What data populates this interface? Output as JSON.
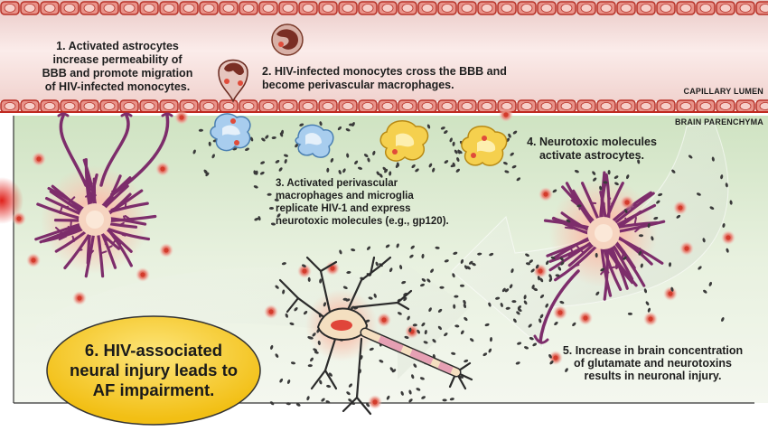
{
  "labels": {
    "region_lumen": "CAPILLARY LUMEN",
    "region_parenchyma": "BRAIN PARENCHYMA"
  },
  "steps": [
    {
      "text": "1. Activated astrocytes\nincrease permeability of\nBBB and promote migration\nof HIV-infected monocytes."
    },
    {
      "text": "2. HIV-infected monocytes cross the BBB and\nbecome perivascular macrophages."
    },
    {
      "text": "3. Activated perivascular\nmacrophages and microglia\nreplicate HIV-1 and express\nneurotoxic molecules (e.g., gp120)."
    },
    {
      "text": "4. Neurotoxic molecules\nactivate  astrocytes."
    },
    {
      "text": "5. Increase in brain concentration\nof glutamate and neurotoxins\nresults in neuronal injury."
    },
    {
      "text": "6. HIV-associated\nneural injury leads to\nAF impairment."
    }
  ],
  "colors": {
    "vessel": "#f2d9d6",
    "endothelium": "#d8332a",
    "parenchyma": "#dcebd0",
    "astrocyte": "#7d2d6b",
    "macrophage_blue": "#9cc3e6",
    "microglia_yellow": "#f2cf4a",
    "callout": "#f5c92c",
    "neurotoxin": "#3a3a3a"
  }
}
